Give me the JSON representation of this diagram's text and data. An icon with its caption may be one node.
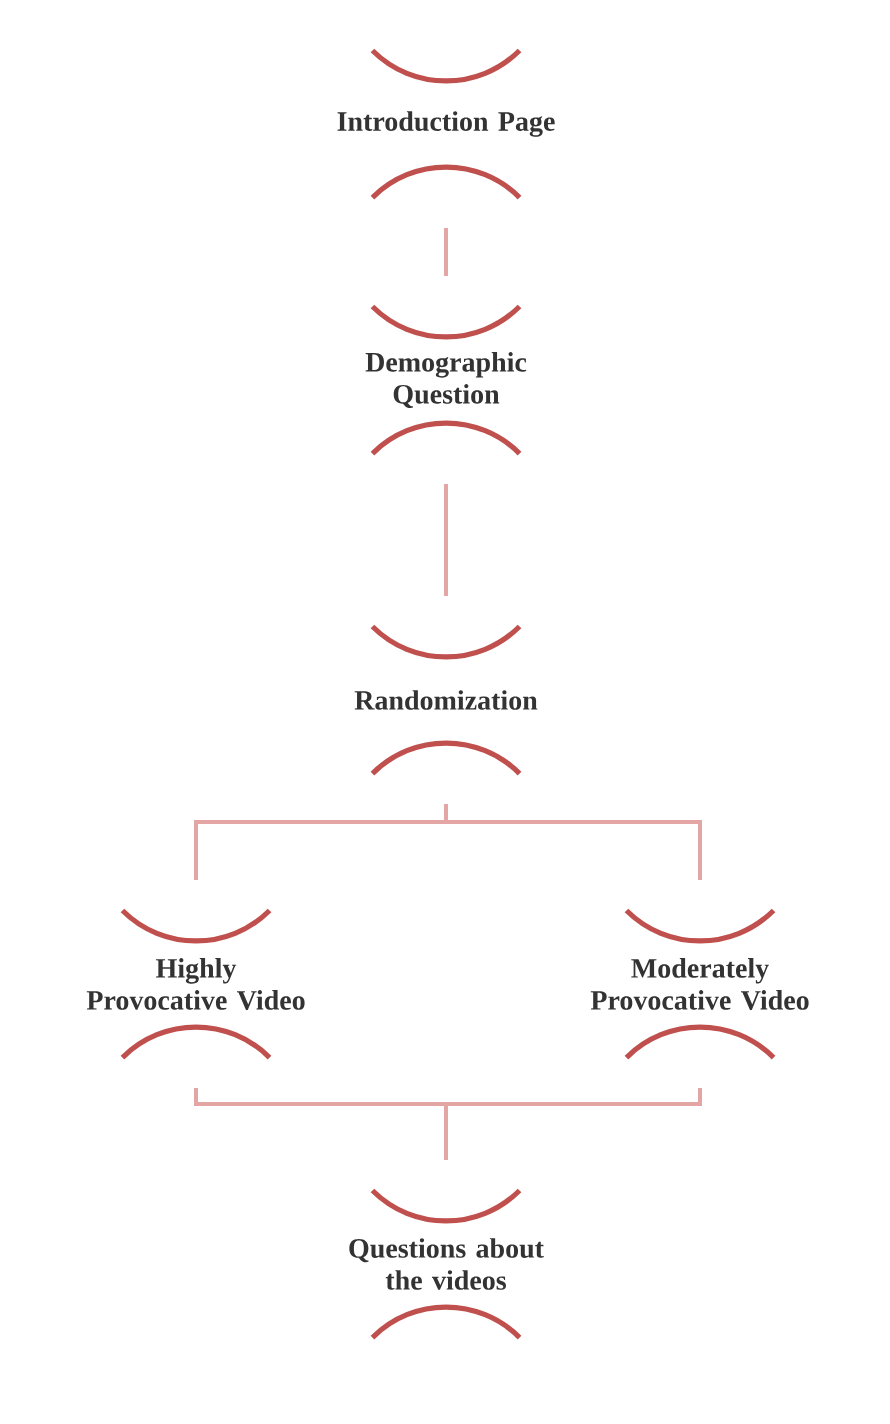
{
  "diagram": {
    "nodes": [
      {
        "text": [
          "Introduction Page"
        ]
      },
      {
        "text": [
          "Demographic Question"
        ]
      },
      {
        "text": [
          "Randomization"
        ]
      },
      {
        "text": [
          "Highly Provocative Video"
        ]
      },
      {
        "text": [
          "Moderately Provocative Video"
        ]
      },
      {
        "text": [
          "Questions about the videos"
        ]
      }
    ],
    "edges": [
      {
        "from": 0,
        "to": 1,
        "arrow": "none"
      },
      {
        "from": 1,
        "to": 2,
        "arrow": "none"
      },
      {
        "from": 2,
        "to": 3,
        "arrow": "none"
      },
      {
        "from": 2,
        "to": 4,
        "arrow": "none"
      },
      {
        "from": 3,
        "to": 5,
        "arrow": "none"
      },
      {
        "from": 4,
        "to": 5,
        "arrow": "none"
      }
    ]
  }
}
